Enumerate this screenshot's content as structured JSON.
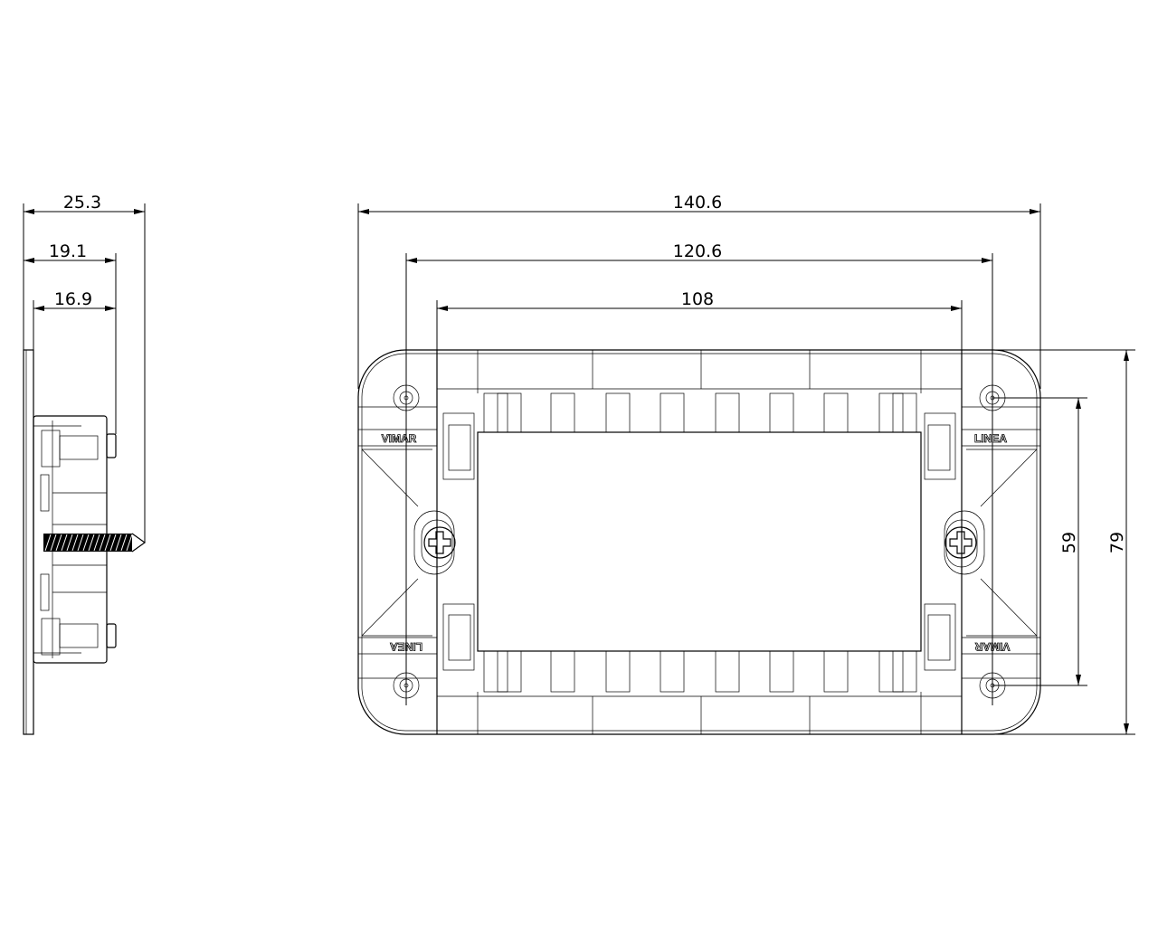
{
  "side_view": {
    "dimensions": {
      "overall_depth": "25.3",
      "boss_depth": "19.1",
      "body_depth": "16.9"
    }
  },
  "front_view": {
    "dimensions": {
      "overall_width": "140.6",
      "hole_spacing_horizontal": "120.6",
      "frame_width": "108",
      "hole_spacing_vertical": "59",
      "overall_height": "79"
    },
    "markings": {
      "brand_top_left": "VIMAR",
      "line_top_right": "LINEA",
      "line_bottom_left": "LINEA",
      "brand_bottom_right": "VIMAR"
    }
  },
  "colors": {
    "line": "#000000",
    "background": "#ffffff"
  }
}
